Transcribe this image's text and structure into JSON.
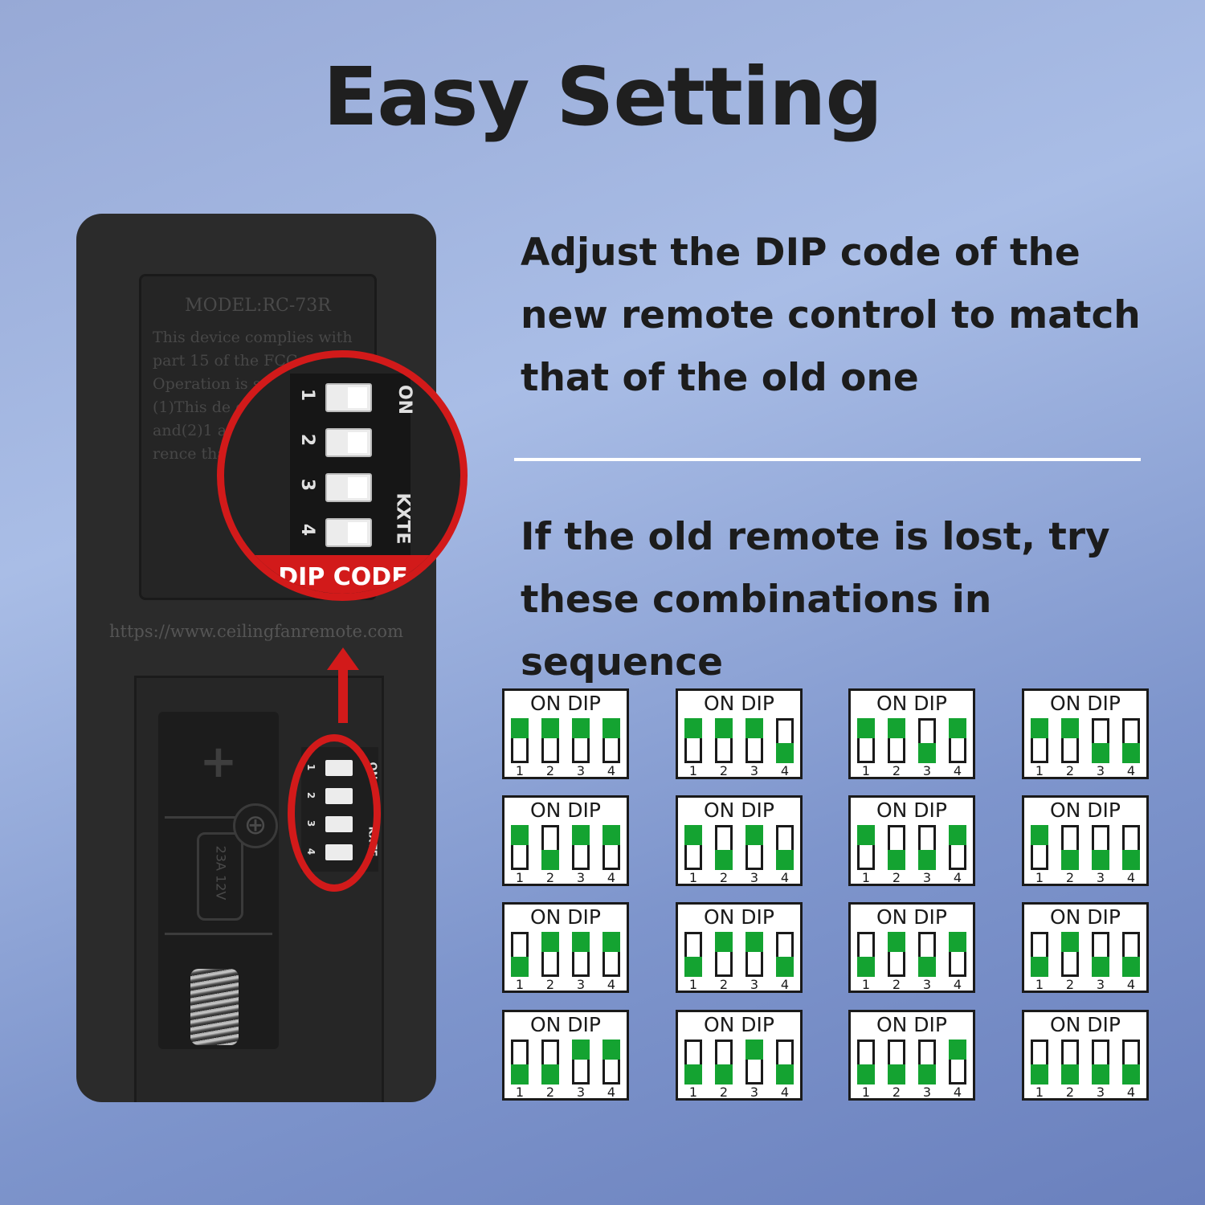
{
  "title": "Easy Setting",
  "paragraph1": "Adjust the DIP code of the new remote control to match that of the old one",
  "paragraph2": "If the old remote is lost, try these combinations in sequence",
  "remote": {
    "model": "MODEL:RC-73R",
    "fcc_text": "This device complies with part 15 of the FCC rules. Operation is s following t (1)This de cause ha and(2)1 accept a received, rence that undesired o",
    "url": "https://www.ceilingfanremote.com",
    "battery_label": "23A 12V",
    "plus_symbol": "+",
    "dip_code_label": "DIP CODE",
    "switch_on_label": "ON",
    "switch_brand_label": "KXTE",
    "switch_numbers": [
      "1",
      "2",
      "3",
      "4"
    ]
  },
  "combination_header": "ON DIP",
  "switch_numbers": [
    "1",
    "2",
    "3",
    "4"
  ],
  "accent_color": "#14a331",
  "circle_color": "#d21a1a",
  "combinations": [
    [
      "ON",
      "ON",
      "ON",
      "ON"
    ],
    [
      "ON",
      "ON",
      "ON",
      "OFF"
    ],
    [
      "ON",
      "ON",
      "OFF",
      "ON"
    ],
    [
      "ON",
      "ON",
      "OFF",
      "OFF"
    ],
    [
      "ON",
      "OFF",
      "ON",
      "ON"
    ],
    [
      "ON",
      "OFF",
      "ON",
      "OFF"
    ],
    [
      "ON",
      "OFF",
      "OFF",
      "ON"
    ],
    [
      "ON",
      "OFF",
      "OFF",
      "OFF"
    ],
    [
      "OFF",
      "ON",
      "ON",
      "ON"
    ],
    [
      "OFF",
      "ON",
      "ON",
      "OFF"
    ],
    [
      "OFF",
      "ON",
      "OFF",
      "ON"
    ],
    [
      "OFF",
      "ON",
      "OFF",
      "OFF"
    ],
    [
      "OFF",
      "OFF",
      "ON",
      "ON"
    ],
    [
      "OFF",
      "OFF",
      "ON",
      "OFF"
    ],
    [
      "OFF",
      "OFF",
      "OFF",
      "ON"
    ],
    [
      "OFF",
      "OFF",
      "OFF",
      "OFF"
    ]
  ]
}
